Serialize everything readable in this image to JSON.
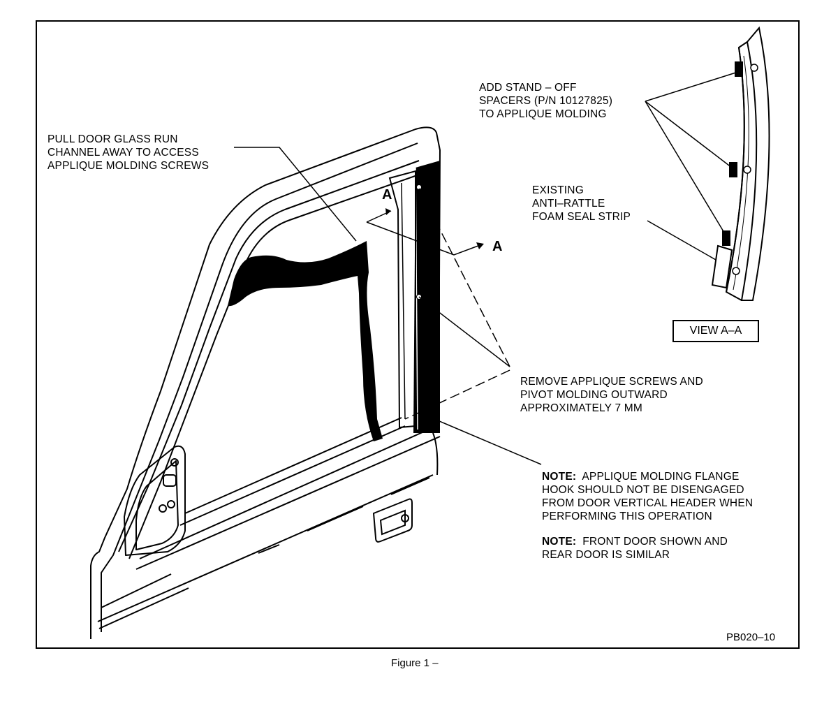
{
  "labels": {
    "pull_door": [
      "PULL DOOR GLASS RUN",
      "CHANNEL AWAY TO ACCESS",
      "APPLIQUE MOLDING SCREWS"
    ],
    "add_standoff": [
      "ADD STAND – OFF",
      "SPACERS (P/N 10127825)",
      "TO APPLIQUE MOLDING"
    ],
    "existing_seal": [
      "EXISTING",
      "ANTI–RATTLE",
      "FOAM SEAL STRIP"
    ],
    "remove_screws": [
      "REMOVE APPLIQUE SCREWS AND",
      "PIVOT MOLDING OUTWARD",
      "APPROXIMATELY 7 MM"
    ],
    "note1_prefix": "NOTE:",
    "note1": [
      "APPLIQUE MOLDING FLANGE",
      "HOOK SHOULD NOT BE DISENGAGED",
      "FROM DOOR VERTICAL HEADER WHEN",
      "PERFORMING THIS OPERATION"
    ],
    "note2_prefix": "NOTE:",
    "note2": [
      "FRONT DOOR SHOWN AND",
      "REAR DOOR IS SIMILAR"
    ]
  },
  "section_marker": "A",
  "view_label": "VIEW A–A",
  "figure_id": "PB020–10",
  "caption": "Figure 1 –"
}
